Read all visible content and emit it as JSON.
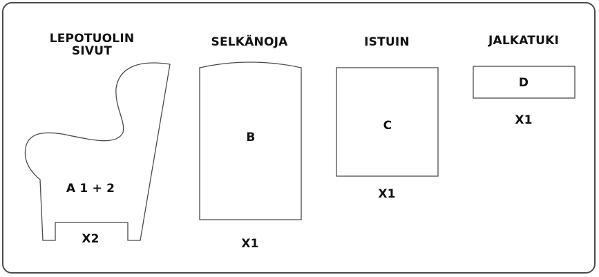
{
  "diagram": {
    "parts": [
      {
        "id": "A",
        "title_line1": "LEPOTUOLIN",
        "title_line2": "SIVUT",
        "code": "A 1 + 2",
        "quantity": "X2"
      },
      {
        "id": "B",
        "title": "SELKÄNOJA",
        "code": "B",
        "quantity": "X1"
      },
      {
        "id": "C",
        "title": "ISTUIN",
        "code": "C",
        "quantity": "X1"
      },
      {
        "id": "D",
        "title": "JALKATUKI",
        "code": "D",
        "quantity": "X1"
      }
    ],
    "colors": {
      "stroke": "#4a4a4a",
      "text": "#111111",
      "background": "#ffffff"
    }
  }
}
